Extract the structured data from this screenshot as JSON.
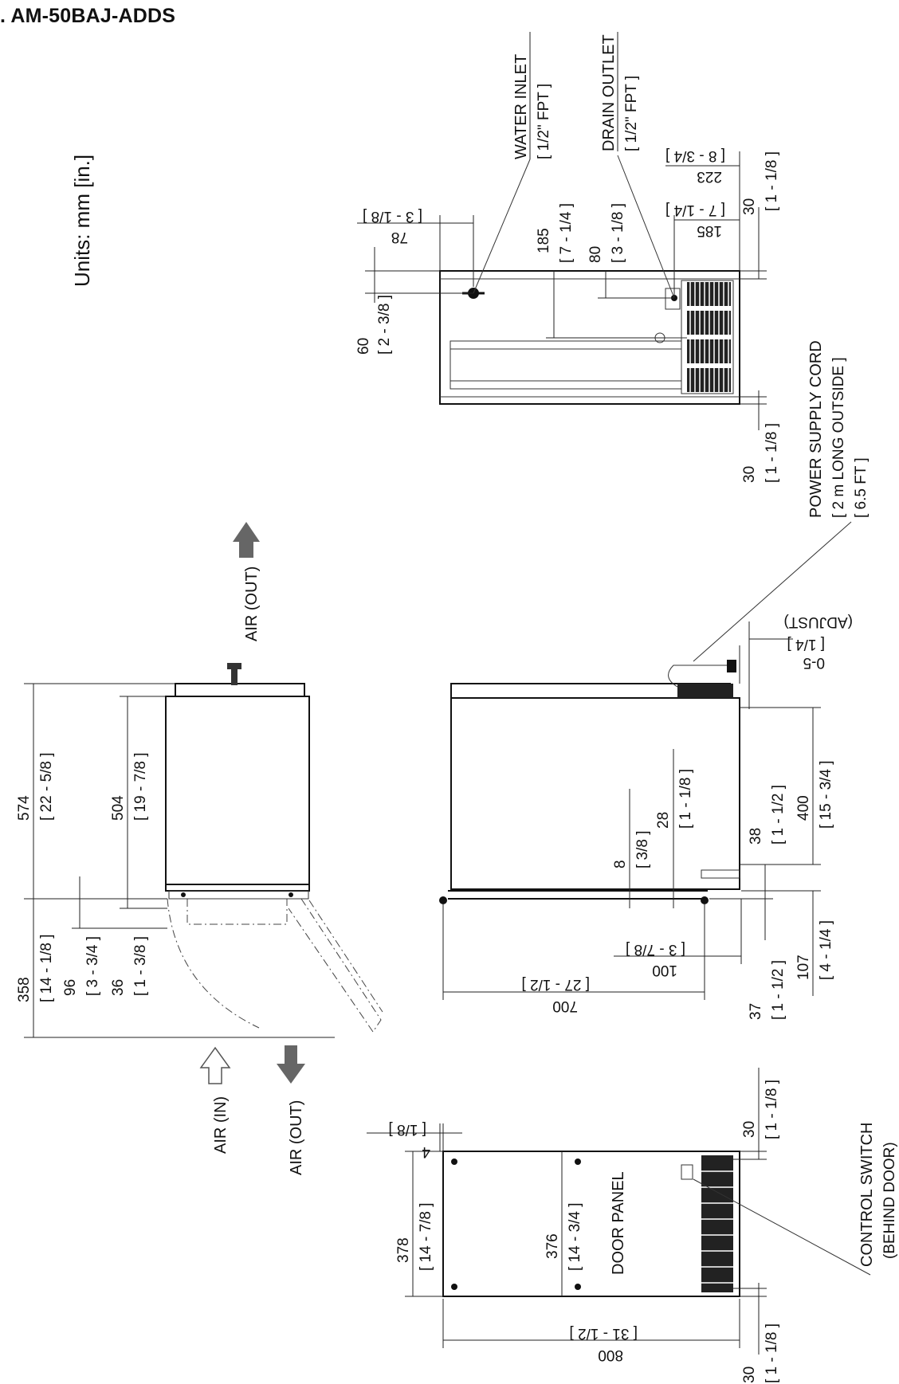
{
  "title": ". AM-50BAJ-ADDS",
  "units": "Units: mm [in.]",
  "top_view": {
    "water_inlet": "WATER INLET",
    "water_inlet_size": "[ 1/2\" FPT ]",
    "drain_outlet": "DRAIN OUTLET",
    "drain_outlet_size": "[ 1/2\" FPT ]",
    "d78": "78",
    "d78_in": "[ 3 - 1/8 ]",
    "d60": "60",
    "d60_in": "[ 2 - 3/8 ]",
    "d185a": "185",
    "d185a_in": "[ 7 - 1/4 ]",
    "d80": "80",
    "d80_in": "[ 3 - 1/8 ]",
    "d185b": "185",
    "d185b_in": "[ 7 - 1/4 ]",
    "d223": "223",
    "d223_in": "[ 8 - 3/4 ]",
    "d30a": "30",
    "d30a_in": "[ 1 - 1/8 ]",
    "d30b": "30",
    "d30b_in": "[ 1 - 1/8 ]"
  },
  "power": {
    "line1": "POWER SUPPLY CORD",
    "line2": "[ 2 m LONG OUTSIDE ]",
    "line3": "[ 6.5 FT ]"
  },
  "front_view": {
    "air_out": "AIR (OUT)",
    "d574": "574",
    "d574_in": "[ 22 - 5/8 ]",
    "d504": "504",
    "d504_in": "[ 19 - 7/8 ]",
    "d358": "358",
    "d358_in": "[ 14 - 1/8 ]",
    "d96": "96",
    "d96_in": "[ 3 - 3/4 ]",
    "d36": "36",
    "d36_in": "[ 1 - 3/8 ]",
    "air_in": "AIR (IN)",
    "air_out2": "AIR (OUT)"
  },
  "side_view": {
    "adjust": "0-5",
    "adjust_in": "[ 1/4 ]",
    "adjust_label": "(ADJUST)",
    "d400": "400",
    "d400_in": "[ 15 - 3/4 ]",
    "d38": "38",
    "d38_in": "[ 1 - 1/2 ]",
    "d28": "28",
    "d28_in": "[ 1 - 1/8 ]",
    "d8": "8",
    "d8_in": "[ 3/8 ]",
    "d100": "100",
    "d100_in": "[ 3 - 7/8 ]",
    "d700": "700",
    "d700_in": "[ 27 - 1/2 ]",
    "d107": "107",
    "d107_in": "[ 4 - 1/4 ]",
    "d37": "37",
    "d37_in": "[ 1 - 1/2 ]"
  },
  "bottom_view": {
    "d4": "4",
    "d4_in": "[ 1/8 ]",
    "d378": "378",
    "d378_in": "[ 14 - 7/8 ]",
    "d376": "376",
    "d376_in": "[ 14 - 3/4 ]",
    "door_panel": "DOOR PANEL",
    "d800": "800",
    "d800_in": "[ 31 - 1/2 ]",
    "d30a": "30",
    "d30a_in": "[ 1 - 1/8 ]",
    "d30b": "30",
    "d30b_in": "[ 1 - 1/8 ]",
    "control_switch": "CONTROL SWITCH",
    "behind_door": "(BEHIND DOOR)"
  }
}
